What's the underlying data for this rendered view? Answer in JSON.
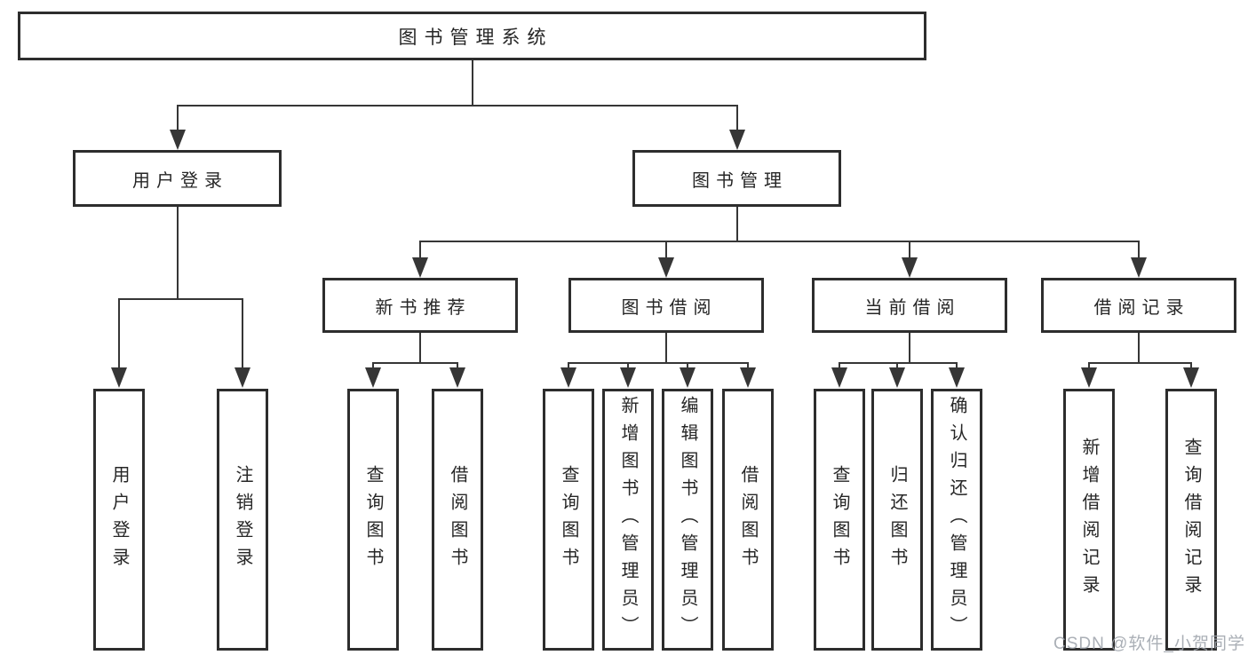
{
  "diagram": {
    "title_node": "图书管理系统",
    "nodes": {
      "root": "图书管理系统",
      "user_login": "用户登录",
      "book_mgmt": "图书管理",
      "new_book_rec": "新书推荐",
      "book_borrowing": "图书借阅",
      "current_borrowing": "当前借阅",
      "borrowing_records": "借阅记录",
      "login": "用户登录",
      "logout": "注销登录",
      "nb_query_books": "查询图书",
      "nb_borrow_books": "借阅图书",
      "bb_query_books": "查询图书",
      "bb_add_books_admin": "新增图书（管理员）",
      "bb_edit_books_admin": "编辑图书（管理员）",
      "bb_borrow_books": "借阅图书",
      "cb_query_books": "查询图书",
      "cb_return_books": "归还图书",
      "cb_confirm_return_admin": "确认归还（管理员）",
      "br_add_record": "新增借阅记录",
      "br_query_record": "查询借阅记录"
    },
    "watermark": "CSDN @软件_小贺同学",
    "colors": {
      "background": "#ffffff",
      "box_border": "#2d2d2d",
      "connector_line": "#363636",
      "text": "#262626",
      "watermark": "#9ba1a9"
    }
  }
}
